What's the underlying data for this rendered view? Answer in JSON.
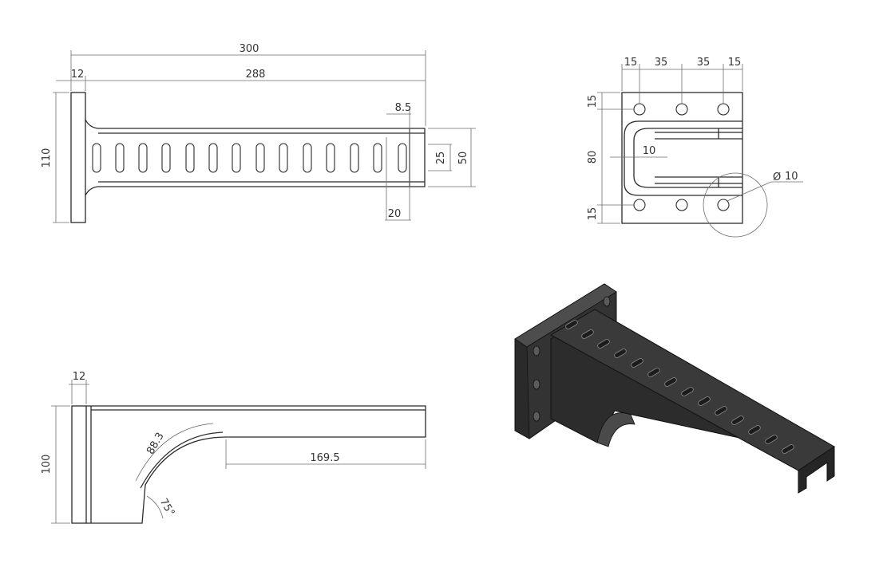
{
  "top_view": {
    "overall_length": "300",
    "flange_thickness": "12",
    "arm_length": "288",
    "end_offset": "8.5",
    "height": "110",
    "inner_width": "25",
    "outer_width": "50",
    "end_spacing": "20"
  },
  "end_view": {
    "hole_pitch": [
      "15",
      "35",
      "35",
      "15"
    ],
    "left_top": "15",
    "left_middle": "80",
    "left_bottom": "15",
    "slot_gap": "10",
    "hole_diameter": "10",
    "hole_diameter_symbol": "Ø"
  },
  "side_view": {
    "flange_thickness": "12",
    "height": "100",
    "fillet_radius": "88.3",
    "angle": "75°",
    "top_length": "169.5"
  },
  "colors": {
    "line": "#2b2b2b",
    "dimension": "#6e6e6e",
    "text": "#333333",
    "solid": "#2a2a2a"
  }
}
